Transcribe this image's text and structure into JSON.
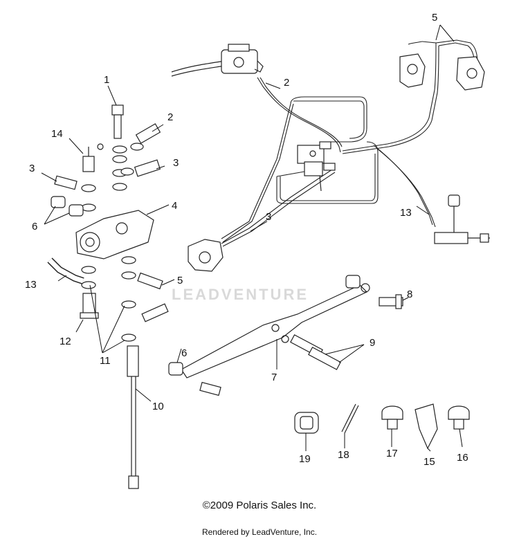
{
  "callouts": [
    {
      "id": "c1",
      "text": "1"
    },
    {
      "id": "c2a",
      "text": "2"
    },
    {
      "id": "c2b",
      "text": "2"
    },
    {
      "id": "c3a",
      "text": "3"
    },
    {
      "id": "c3b",
      "text": "3"
    },
    {
      "id": "c3c",
      "text": "3"
    },
    {
      "id": "c4",
      "text": "4"
    },
    {
      "id": "c5a",
      "text": "5"
    },
    {
      "id": "c5b",
      "text": "5"
    },
    {
      "id": "c6a",
      "text": "6"
    },
    {
      "id": "c6b",
      "text": "6"
    },
    {
      "id": "c7",
      "text": "7"
    },
    {
      "id": "c8",
      "text": "8"
    },
    {
      "id": "c9",
      "text": "9"
    },
    {
      "id": "c10",
      "text": "10"
    },
    {
      "id": "c11",
      "text": "11"
    },
    {
      "id": "c12",
      "text": "12"
    },
    {
      "id": "c13a",
      "text": "13"
    },
    {
      "id": "c13b",
      "text": "13"
    },
    {
      "id": "c14",
      "text": "14"
    },
    {
      "id": "c15",
      "text": "15"
    },
    {
      "id": "c16",
      "text": "16"
    },
    {
      "id": "c17",
      "text": "17"
    },
    {
      "id": "c18",
      "text": "18"
    },
    {
      "id": "c19",
      "text": "19"
    }
  ],
  "watermark": "LEADVENTURE",
  "copyright": "©2009 Polaris Sales Inc.",
  "rendered_by": "Rendered by LeadVenture, Inc."
}
